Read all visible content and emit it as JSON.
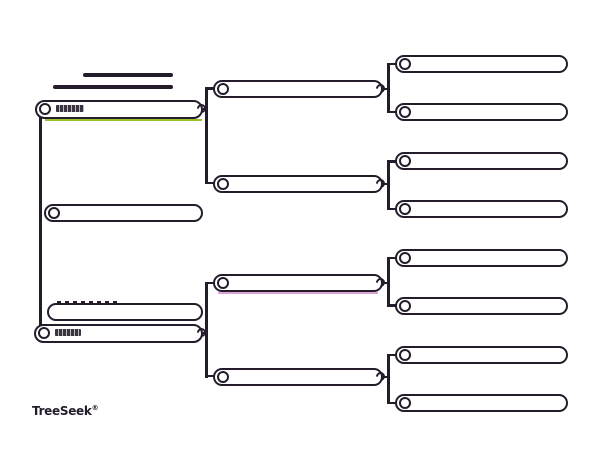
{
  "palette": {
    "stroke": "#241c2b",
    "background": "#ffffff",
    "highlight_green": "#9cc22b",
    "highlight_magenta": "#cb7ec3"
  },
  "brand": {
    "logo_text": "TreeSeek",
    "registered_mark": "®"
  },
  "header": {
    "description": "two blank title rule lines (no legible text)",
    "title_line_count": 2
  },
  "tree": {
    "type": "pedigree-chart",
    "orientation": "left-to-right",
    "generations": 4,
    "slots": [
      {
        "id": "father",
        "generation": 2,
        "label": "",
        "marker_ring": true,
        "tiny_scribble_text": true,
        "underline_color": "#9cc22b"
      },
      {
        "id": "self",
        "generation": 1,
        "label": "",
        "marker_ring": true
      },
      {
        "id": "sibling",
        "generation": 1,
        "label": "",
        "marker_ring": false,
        "dashed_mark_above": true
      },
      {
        "id": "mother",
        "generation": 2,
        "label": "",
        "marker_ring": true,
        "tiny_scribble_text": true
      },
      {
        "id": "paternal-grandfather",
        "generation": 3,
        "label": "",
        "marker_ring": true
      },
      {
        "id": "paternal-grandmother",
        "generation": 3,
        "label": "",
        "marker_ring": true
      },
      {
        "id": "maternal-grandfather",
        "generation": 3,
        "label": "",
        "marker_ring": true,
        "underline_color": "#cb7ec3"
      },
      {
        "id": "maternal-grandmother",
        "generation": 3,
        "label": "",
        "marker_ring": true
      },
      {
        "id": "great-grandparent-1",
        "generation": 4,
        "label": "",
        "marker_ring": true
      },
      {
        "id": "great-grandparent-2",
        "generation": 4,
        "label": "",
        "marker_ring": true
      },
      {
        "id": "great-grandparent-3",
        "generation": 4,
        "label": "",
        "marker_ring": true
      },
      {
        "id": "great-grandparent-4",
        "generation": 4,
        "label": "",
        "marker_ring": true
      },
      {
        "id": "great-grandparent-5",
        "generation": 4,
        "label": "",
        "marker_ring": true
      },
      {
        "id": "great-grandparent-6",
        "generation": 4,
        "label": "",
        "marker_ring": true
      },
      {
        "id": "great-grandparent-7",
        "generation": 4,
        "label": "",
        "marker_ring": true
      },
      {
        "id": "great-grandparent-8",
        "generation": 4,
        "label": "",
        "marker_ring": true
      }
    ],
    "connections": [
      "father -> paternal-grandfather",
      "father -> paternal-grandmother",
      "mother -> maternal-grandfather",
      "mother -> maternal-grandmother",
      "self -> father",
      "self -> mother",
      "paternal-grandfather -> great-grandparent-1",
      "paternal-grandfather -> great-grandparent-2",
      "paternal-grandmother -> great-grandparent-3",
      "paternal-grandmother -> great-grandparent-4",
      "maternal-grandfather -> great-grandparent-5",
      "maternal-grandfather -> great-grandparent-6",
      "maternal-grandmother -> great-grandparent-7",
      "maternal-grandmother -> great-grandparent-8"
    ]
  }
}
